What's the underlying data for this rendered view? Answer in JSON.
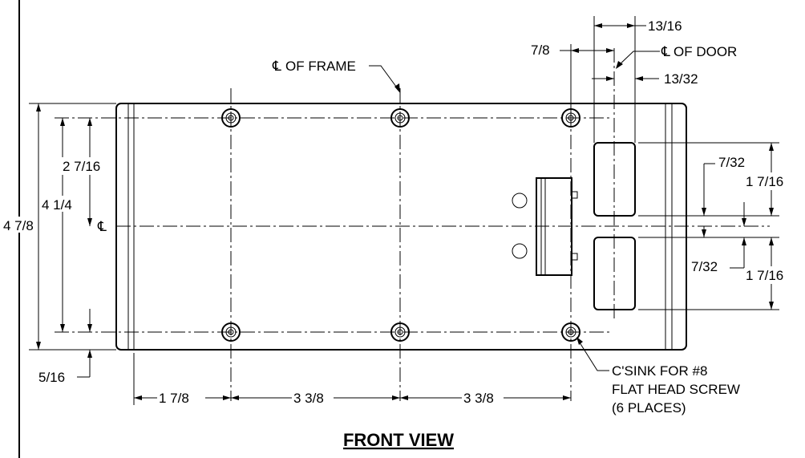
{
  "title": "FRONT VIEW",
  "callouts": {
    "cl_frame": "OF FRAME",
    "cl_door": "OF DOOR",
    "cl_symbol": "℄",
    "csink_line1": "C'SINK FOR #8",
    "csink_line2": "FLAT HEAD SCREW",
    "csink_line3": "(6 PLACES)"
  },
  "dimensions": {
    "overall_height": "4 7/8",
    "hole_spacing_vertical": "4 1/4",
    "top_hole_to_cl": "2 7/16",
    "bottom_edge_to_hole": "5/16",
    "left_edge_to_hole": "1 7/8",
    "hole_spacing_1": "3 3/8",
    "hole_spacing_2": "3 3/8",
    "door_width": "13/16",
    "door_offset": "7/8",
    "door_half": "13/32",
    "window_height_top": "1 7/16",
    "window_height_bottom": "1 7/16",
    "window_gap_top": "7/32",
    "window_gap_bottom": "7/32"
  }
}
